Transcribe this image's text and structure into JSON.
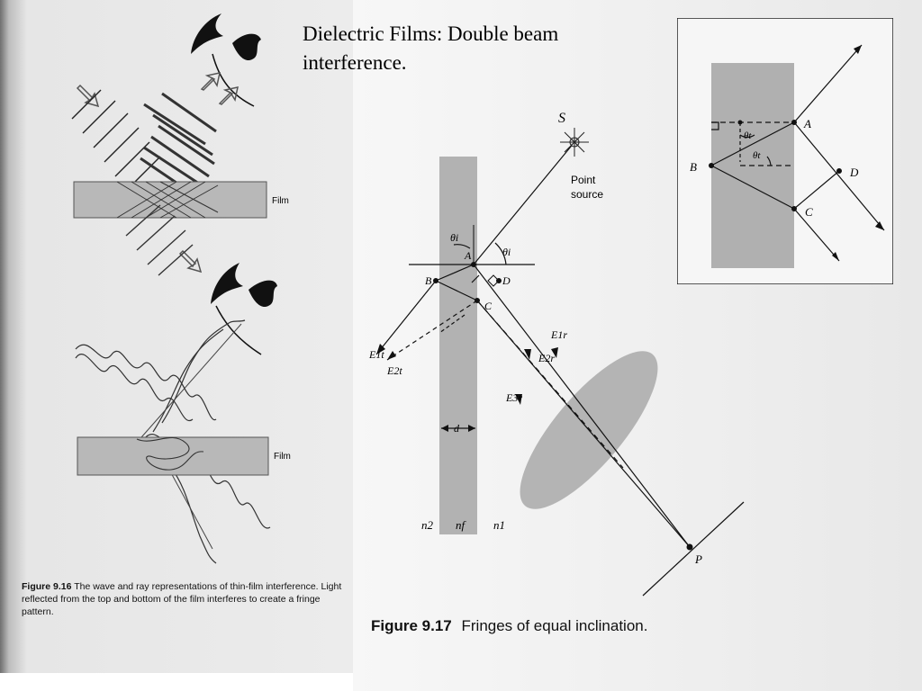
{
  "slide": {
    "title_line1": "Dielectric  Films:  Double beam",
    "title_line2": "interference."
  },
  "figure_9_16": {
    "top_film_label": "Film",
    "bottom_film_label": "Film",
    "caption_number": "Figure 9.16",
    "caption_text": "The wave and ray representations of thin-film interference. Light reflected from the top and bottom of the film interferes to create a fringe pattern."
  },
  "figure_9_17": {
    "source_label": "S",
    "source_text_line1": "Point",
    "source_text_line2": "source",
    "point_A": "A",
    "point_B": "B",
    "point_C": "C",
    "point_D": "D",
    "point_P": "P",
    "theta_i": "θi",
    "theta_i_2": "θi",
    "E1r": "E1r",
    "E2r": "E2r",
    "E3r": "E3r",
    "E1t": "E1t",
    "E2t": "E2t",
    "thickness": "d",
    "n2": "n2",
    "nf": "nf",
    "n1": "n1",
    "caption_number": "Figure 9.17",
    "caption_text": "Fringes of equal inclination."
  },
  "inset": {
    "point_A": "A",
    "point_B": "B",
    "point_C": "C",
    "point_D": "D",
    "theta_t_1": "θt",
    "theta_t_2": "θt"
  }
}
